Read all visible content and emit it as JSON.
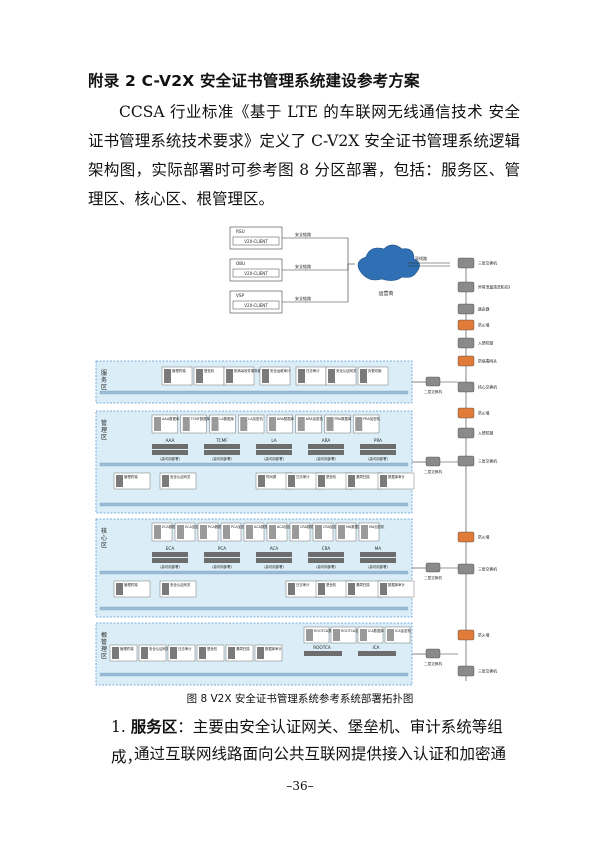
{
  "heading": "附录 2 C-V2X 安全证书管理系统建设参考方案",
  "paragraph": "CCSA 行业标准《基于 LTE 的车联网无线通信技术 安全证书管理系统技术要求》定义了 C-V2X 安全证书管理系统逻辑架构图，实际部署时可参考图 8 分区部署，包括：服务区、管理区、核心区、根管理区。",
  "figure": {
    "clients": [
      {
        "name": "RSU",
        "client": "V2X-CLIENT",
        "link": "安全链路"
      },
      {
        "name": "OBU",
        "client": "V2X-CLIENT",
        "link": "安全链路"
      },
      {
        "name": "VSP",
        "client": "V2X-CLIENT",
        "link": "安全链路"
      }
    ],
    "operator": "运营商",
    "dual_link": "双线路",
    "right_chain": [
      "三层交换机",
      "异常流量清洗和抗拒绝服务网关",
      "路由器",
      "防火墙",
      "入侵防御",
      "防病毒网关",
      "核心交换机",
      "防火墙",
      "入侵防御",
      "三层交换机",
      "防火墙",
      "三层交换机",
      "防火墙",
      "三层交换机"
    ],
    "l2_switch": "二层交换机",
    "zones": [
      {
        "label": "服务区",
        "row1": [
          "管理终端",
          "堡垒机",
          "防病毒软件服务器",
          "安全运维审计",
          "日志审计",
          "安全认证网关",
          "负载均衡"
        ]
      },
      {
        "label": "管理区",
        "row1": [
          "AAA数据库",
          "TCMF数据库",
          "LA数据库",
          "LA加密机",
          "ARA数据库",
          "ARA加密机",
          "PRA数据库",
          "PRA加密机"
        ],
        "servers": [
          "AAA",
          "TCMF",
          "LA",
          "ARA",
          "PRA"
        ],
        "ha": "(高可用部署)",
        "row3": [
          "管理终端",
          "安全认证网关",
          "时间源",
          "日志审计",
          "堡垒机",
          "漏洞扫描",
          "数据库审计"
        ]
      },
      {
        "label": "核心区",
        "row1": [
          "ECA数据库",
          "ECA加密机",
          "PCA数据库",
          "PCA加密机",
          "ACA数据库",
          "ACA加密机",
          "CRA数据库",
          "CRA加密机",
          "MA数据库",
          "MA加密机"
        ],
        "servers": [
          "ECA",
          "PCA",
          "ACA",
          "CRA",
          "MA"
        ],
        "ha": "(高可用部署)",
        "row3": [
          "管理终端",
          "安全认证网关",
          "日志审计",
          "堡垒机",
          "漏洞扫描",
          "数据库审计"
        ]
      },
      {
        "label": "根管理区",
        "row1": [
          "ROOTCA数据库",
          "ROOTCA加密机",
          "ICA数据库",
          "ICA加密机"
        ],
        "row2": [
          "管理终端",
          "安全认证网关",
          "日志审计",
          "堡垒机",
          "漏洞扫描",
          "数据库审计"
        ],
        "servers": [
          "ROOTCA",
          "ICA"
        ]
      }
    ]
  },
  "caption": "图 8 V2X 安全证书管理系统参考系统部署拓扑图",
  "list_item": {
    "number": "1.",
    "term": "服务区",
    "text_line1": "：主要由安全认证网关、堡垒机、审计系统等组成，",
    "text_line2": "通过互联网线路面向公共互联网提供接入认证和加密通"
  },
  "page_number": "–36–",
  "colors": {
    "zone_fill": "#dbeef7",
    "zone_border": "#5b9bd5",
    "line": "#333333",
    "device": "#7a7a7a"
  }
}
